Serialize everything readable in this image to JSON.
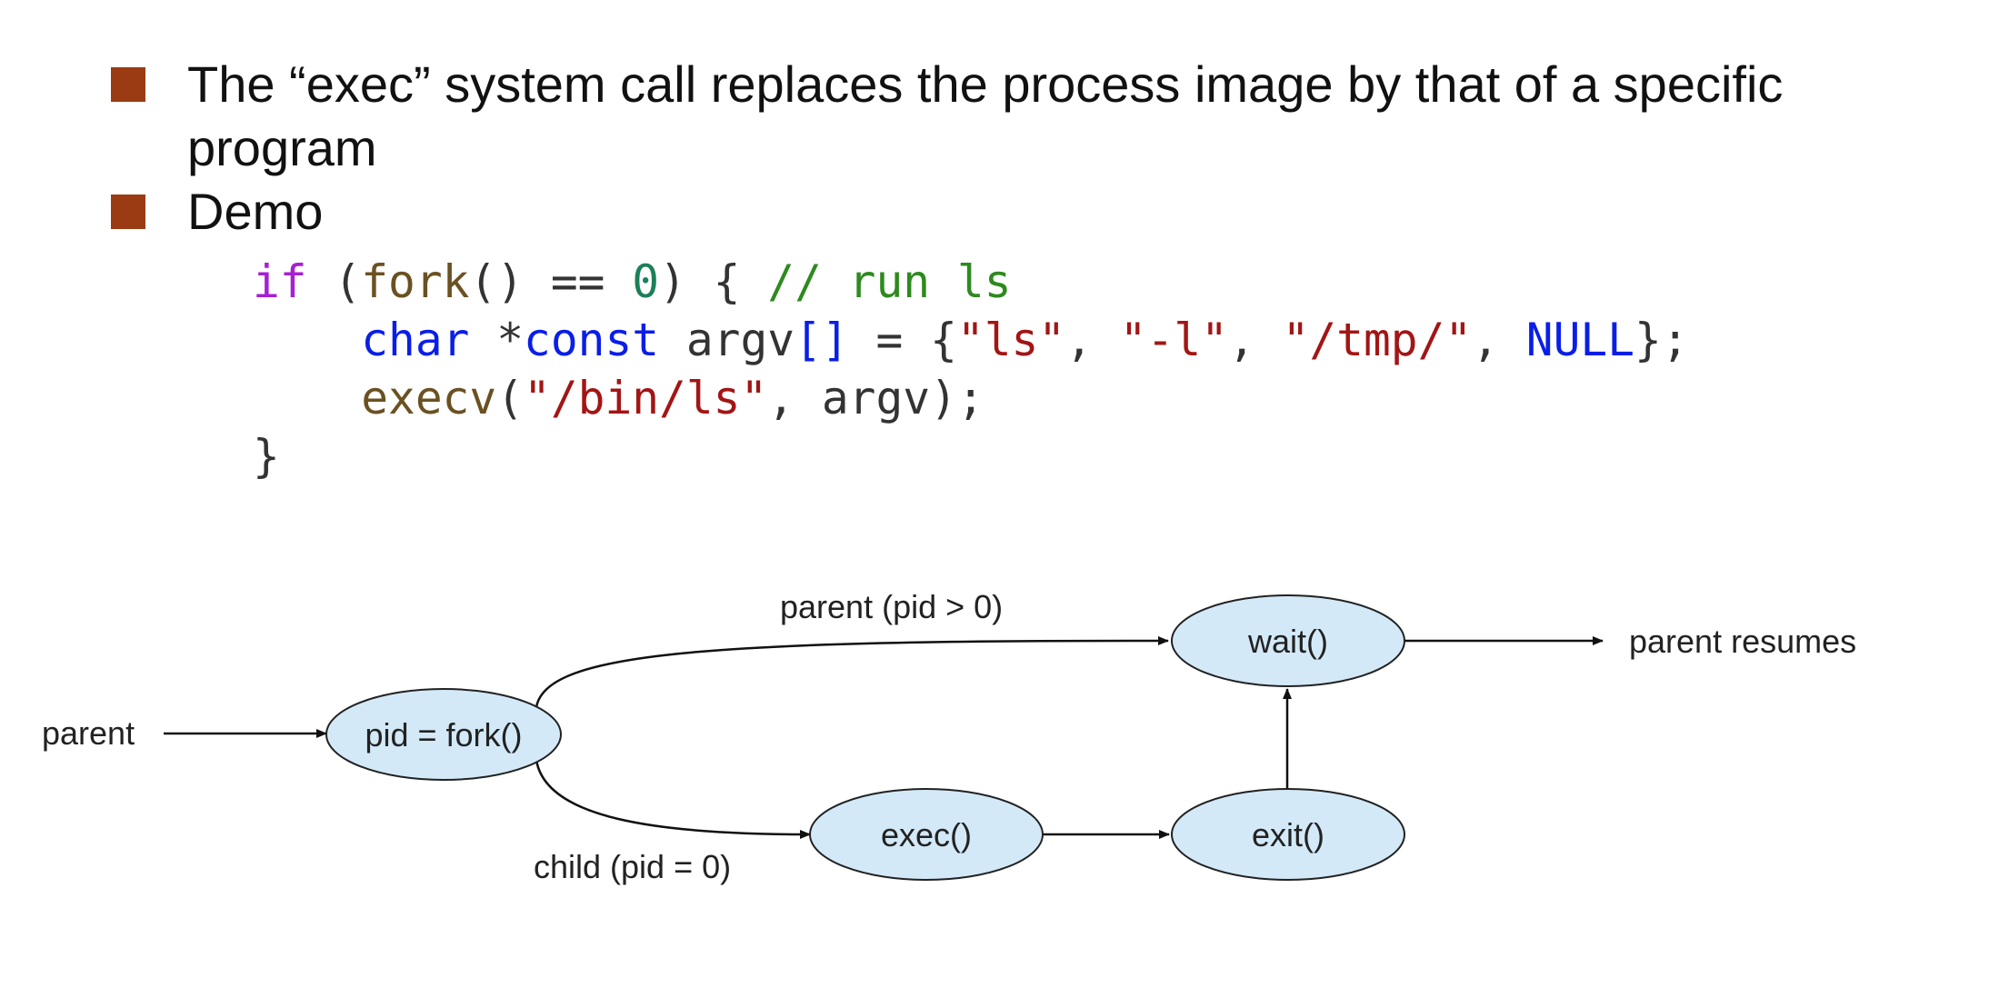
{
  "colors": {
    "bullet": "#9a3b14",
    "node_fill": "#d3e9f8",
    "node_stroke": "#222222",
    "edge": "#111111"
  },
  "bullets": [
    {
      "text": "The “exec” system call replaces the process image by that of a specific program"
    },
    {
      "text": "Demo"
    }
  ],
  "code": {
    "lines": [
      [
        {
          "t": "if",
          "c": "kw1"
        },
        {
          "t": " (",
          "c": "pl"
        },
        {
          "t": "fork",
          "c": "fn"
        },
        {
          "t": "() == ",
          "c": "pl"
        },
        {
          "t": "0",
          "c": "num"
        },
        {
          "t": ") { ",
          "c": "pl"
        },
        {
          "t": "// run ls",
          "c": "cmt"
        }
      ],
      [
        {
          "t": "    ",
          "c": "pl"
        },
        {
          "t": "char",
          "c": "kw2"
        },
        {
          "t": " *",
          "c": "pl"
        },
        {
          "t": "const",
          "c": "kw2"
        },
        {
          "t": " argv",
          "c": "pl"
        },
        {
          "t": "[]",
          "c": "kw2"
        },
        {
          "t": " = {",
          "c": "pl"
        },
        {
          "t": "\"ls\"",
          "c": "str"
        },
        {
          "t": ", ",
          "c": "pl"
        },
        {
          "t": "\"-l\"",
          "c": "str"
        },
        {
          "t": ", ",
          "c": "pl"
        },
        {
          "t": "\"/tmp/\"",
          "c": "str"
        },
        {
          "t": ", ",
          "c": "pl"
        },
        {
          "t": "NULL",
          "c": "kw2"
        },
        {
          "t": "};",
          "c": "pl"
        }
      ],
      [
        {
          "t": "    ",
          "c": "pl"
        },
        {
          "t": "execv",
          "c": "fn"
        },
        {
          "t": "(",
          "c": "pl"
        },
        {
          "t": "\"/bin/ls\"",
          "c": "str"
        },
        {
          "t": ", argv);",
          "c": "pl"
        }
      ],
      [
        {
          "t": "}",
          "c": "pl"
        }
      ]
    ]
  },
  "diagram": {
    "nodes": {
      "fork": "pid = fork()",
      "wait": "wait()",
      "exec": "exec()",
      "exit": "exit()"
    },
    "labels": {
      "parent": "parent",
      "parent_branch": "parent (pid > 0)",
      "child_branch": "child (pid = 0)",
      "parent_resumes": "parent resumes"
    }
  }
}
